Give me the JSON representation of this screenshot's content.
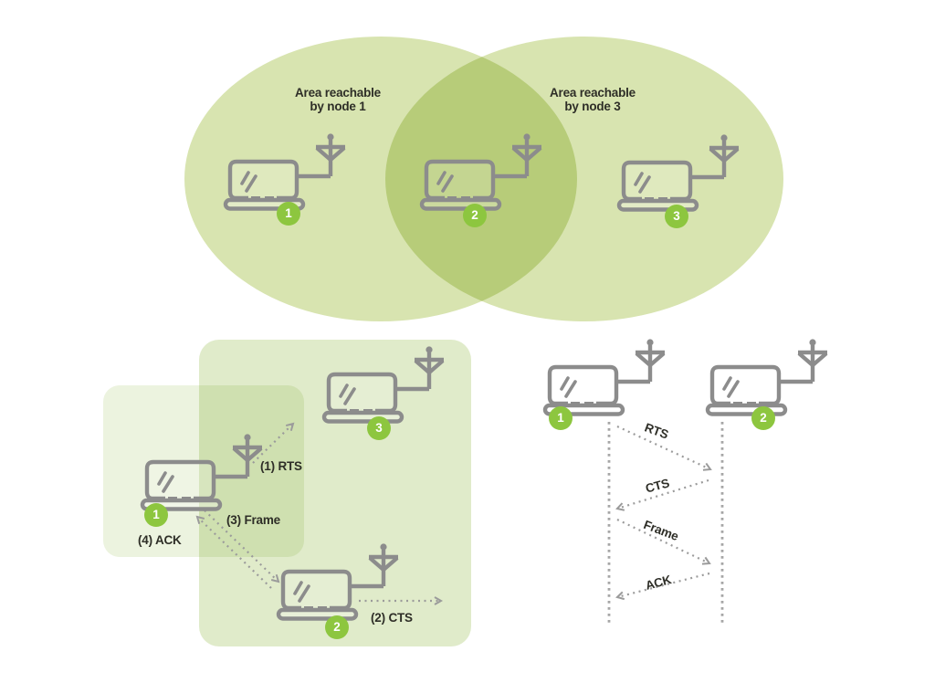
{
  "figure": {
    "top": {
      "area_label_1": {
        "line1": "Area reachable",
        "line2": "by node 1"
      },
      "area_label_3": {
        "line1": "Area reachable",
        "line2": "by node 3"
      },
      "nodes": [
        {
          "id": "1"
        },
        {
          "id": "2"
        },
        {
          "id": "3"
        }
      ]
    },
    "hidden_node": {
      "nodes": [
        {
          "id": "1"
        },
        {
          "id": "2"
        },
        {
          "id": "3"
        }
      ],
      "steps": [
        {
          "label": "(1) RTS"
        },
        {
          "label": "(2) CTS"
        },
        {
          "label": "(3) Frame"
        },
        {
          "label": "(4) ACK"
        }
      ]
    },
    "sequence": {
      "nodes": [
        {
          "id": "1"
        },
        {
          "id": "2"
        }
      ],
      "messages": [
        {
          "label": "RTS"
        },
        {
          "label": "CTS"
        },
        {
          "label": "Frame"
        },
        {
          "label": "ACK"
        }
      ]
    },
    "colors": {
      "badge_green": "#8dc63f",
      "ellipse_green": "#d8e4b0",
      "rect_green_large": "#e0ebca",
      "rect_green_small": "#ecf3df",
      "stroke_gray": "#8c8c8c",
      "arrow_gray": "#9b9b9b",
      "text_dark": "#2e2e27"
    }
  }
}
